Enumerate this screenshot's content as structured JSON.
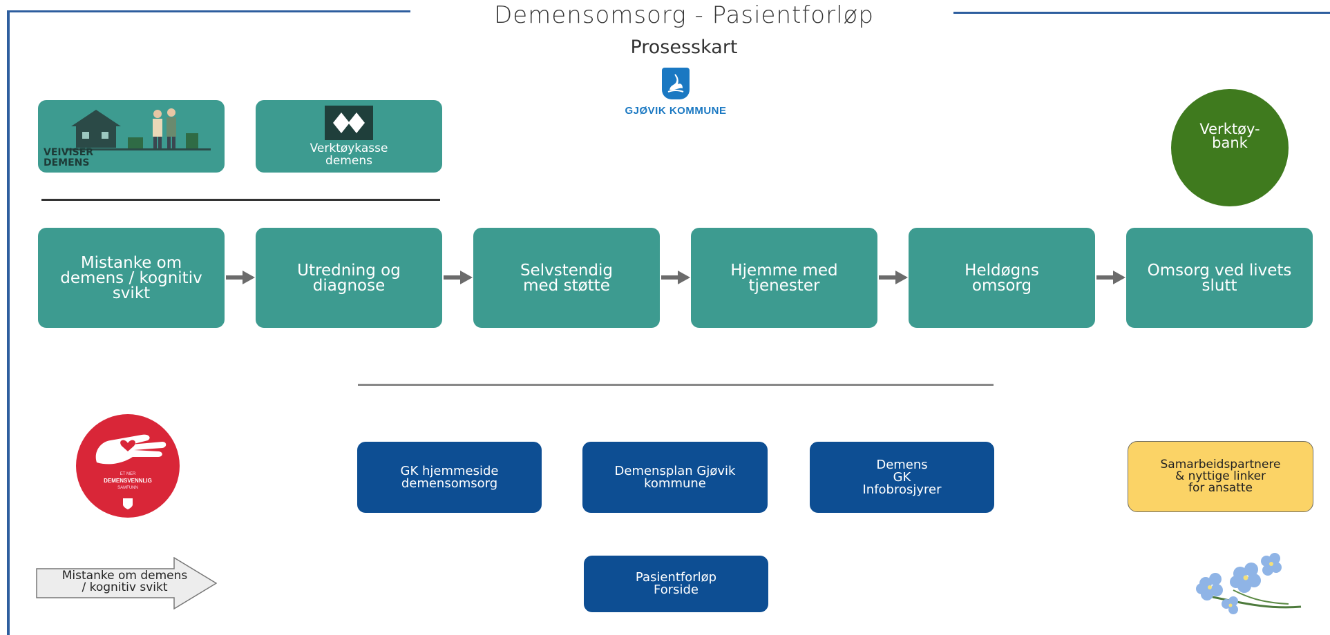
{
  "header": {
    "title": "Demensomsorg - Pasientforløp",
    "subtitle": "Prosesskart",
    "logo_text": "GJØVIK KOMMUNE"
  },
  "top_tiles": {
    "veiviser_label": "VEIVISER\nDEMENS",
    "verktoykasse_label": "Verktøykasse\ndemens"
  },
  "verktoybank_label": "Verktøy-\nbank",
  "process_steps": [
    {
      "label": "Mistanke om\ndemens / kognitiv\nsvikt"
    },
    {
      "label": "Utredning og\ndiagnose"
    },
    {
      "label": "Selvstendig\nmed støtte"
    },
    {
      "label": "Hjemme med\ntjenester"
    },
    {
      "label": "Heldøgns\nomsorg"
    },
    {
      "label": "Omsorg ved livets\nslutt"
    }
  ],
  "link_buttons": {
    "hjemmeside": "GK hjemmeside\ndemensomsorg",
    "demensplan": "Demensplan Gjøvik\nkommune",
    "infobrosjyrer": "Demens\nGK\nInfobrosjyrer",
    "pasientforlop": "Pasientforløp\nForside",
    "samarbeid": "Samarbeidspartnere\n& nyttige linker\nfor ansatte"
  },
  "badge": {
    "top_text": "ET MER",
    "main_text": "DEMENSVENNLIG",
    "sub_text": "SAMFUNN"
  },
  "legend_arrow_label": "Mistanke om demens\n/ kognitiv svikt",
  "colors": {
    "teal": "#3d9b90",
    "green": "#3f7a1e",
    "blue": "#0d4e93",
    "yellow": "#fbd366",
    "red": "#d92638",
    "frame": "#2e5e9e"
  }
}
